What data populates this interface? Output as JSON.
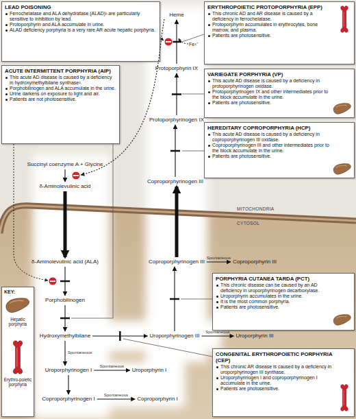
{
  "diagram": {
    "nodes": [
      {
        "text": [
          "LEAD POISONING",
          "Ferrochelatase and ALA dehydratase (ALAD)¹ are particularly sensitive to inhibition by lead.",
          "Protoporphyrin and ALA accumulate in urine.",
          "ALAD deficiency porphyria is a very rare AR acute hepatic porphyria."
        ]
      },
      {
        "text": [
          "ERYTHROPOIETIC PROTOPORPHYRIA (EPP)",
          "This chronic AD and AR disease is caused by a deficiency in ferrochelatase.",
          "Protoporphyrin accumulates in erythrocytes, bone marrow, and plasma.",
          "Patients are photosensitive."
        ]
      },
      {
        "text": [
          "Heme"
        ]
      },
      {
        "text": [
          "Protoporphyrin IX"
        ]
      },
      {
        "text": [
          "ACUTE INTERMITTENT PORPHYRIA (AIP)",
          "This acute AD disease is caused by a deficiency in hydroxymethylbilane synthase².",
          "Porphobilinogen and ALA accumulate in the urine.",
          "Urine darkens on exposure to light and air.",
          "Patients are not photosensitive."
        ]
      },
      {
        "text": [
          "VARIEGATE PORPHYRIA (VP)",
          "This acute AD disease is caused by a deficiency in protoporphyrinogen oxidase.",
          "Protoporphyrinogen IX and other intermediates prior to the block accumulate in the urine.",
          "Patients are photosensitive."
        ]
      },
      {
        "text": [
          "Protoporphyrinogen IX"
        ]
      },
      {
        "text": [
          "HEREDITARY COPROPORPHYRIA (HCP)",
          "This acute AD disease is caused by a deficiency in coproporphyrinogen III oxidase.",
          "Coproporphyrinogen III and other intermediates prior to the block accumulate in the urine.",
          "Patients are photosensitive."
        ]
      },
      {
        "text": [
          "Succinyl coenzyme A + Glycine"
        ]
      },
      {
        "text": [
          "δ-Aminolevulinic acid"
        ]
      },
      {
        "text": [
          "Coproporphyrinogen III"
        ]
      },
      {
        "text": [
          "δ-Aminolevulinic acid (ALA)"
        ]
      },
      {
        "text": [
          "Coproporphyrinogen III"
        ]
      },
      {
        "text": [
          "Coproporphyrin III"
        ]
      },
      {
        "text": [
          "PORPHYRIA CUTANEA TARDA (PCT)",
          "This chronic disease can be caused by an AD deficiency in uroporphyrinogen decarboxylase.",
          "Uroporphyrin accumulates in the urine.",
          "It is the most common porphyria.",
          "Patients are photosensitive."
        ]
      },
      {
        "text": [
          "Porphobilinogen"
        ]
      },
      {
        "text": [
          "Hydroxymethylbilane"
        ]
      },
      {
        "text": [
          "Uroporphyrinogen III"
        ]
      },
      {
        "text": [
          "Uroporphyrin III"
        ]
      },
      {
        "text": [
          "CONGENITAL ERYTHROPOIETIC PORPHYRIA (CEP)",
          "This chronic AR disease is caused by a deficiency in uroporphyrinogen III synthase.",
          "Uroporphyrinogen I and coproporphyrinogen I accumulate in the urine.",
          "Patients are photosensitive."
        ]
      },
      {
        "text": [
          "Uroporphyrinogen I"
        ]
      },
      {
        "text": [
          "Uroporphyrin I"
        ]
      },
      {
        "text": [
          "Coproporphyrinogen I"
        ]
      },
      {
        "text": [
          "Coproporphyrin I"
        ]
      }
    ],
    "edges": [
      {
        "from": 3,
        "to": 2,
        "arrow": "to"
      },
      {
        "from": 6,
        "to": 3,
        "arrow": "to"
      },
      {
        "from": 10,
        "to": 6,
        "arrow": "to"
      },
      {
        "from": 8,
        "to": 9,
        "arrow": "to"
      },
      {
        "from": 9,
        "to": 11,
        "arrow": "to"
      },
      {
        "from": 12,
        "to": 10,
        "arrow": "to"
      },
      {
        "from": 12,
        "to": 13,
        "label": "Spontaneous",
        "arrow": "to"
      },
      {
        "from": 11,
        "to": 15,
        "arrow": "to"
      },
      {
        "from": 15,
        "to": 16,
        "arrow": "to"
      },
      {
        "from": 16,
        "to": 17,
        "arrow": "to"
      },
      {
        "from": 17,
        "to": 12,
        "arrow": "to"
      },
      {
        "from": 17,
        "to": 18,
        "label": "Spontaneous",
        "arrow": "to"
      },
      {
        "from": 16,
        "to": 20,
        "label": "Spontaneous",
        "arrow": "to"
      },
      {
        "from": 20,
        "to": 21,
        "label": "Spontaneous",
        "arrow": "to"
      },
      {
        "from": 20,
        "to": 22,
        "arrow": "to"
      },
      {
        "from": 22,
        "to": 23,
        "label": "Spontaneous",
        "arrow": "to"
      }
    ],
    "labels": [
      "Fe²⁺",
      "MITOCHONDRIA",
      "CYTOSOL",
      "KEY:"
    ],
    "legend": [
      {
        "text": "Hepatic porphyria"
      },
      {
        "text": "Erythro-poietic porphyria"
      }
    ]
  }
}
